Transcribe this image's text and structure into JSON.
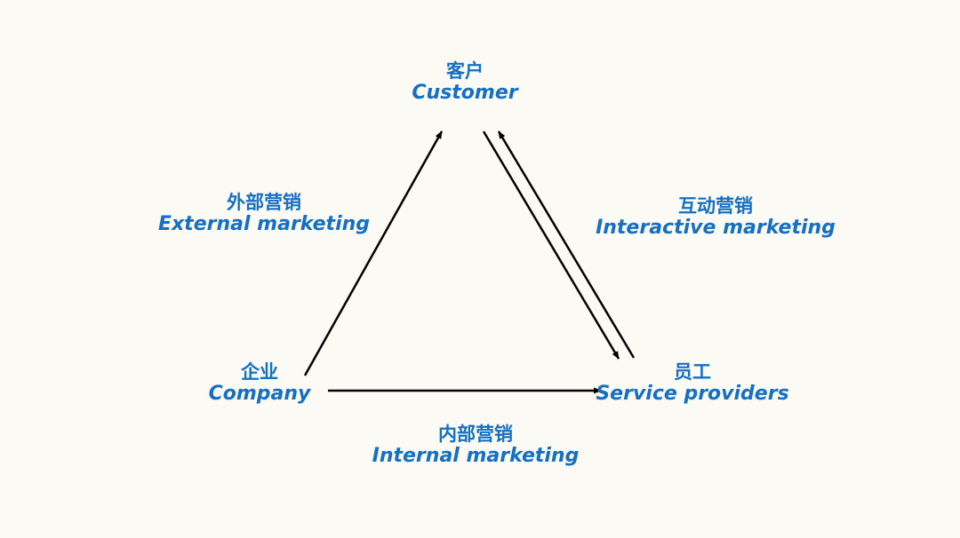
{
  "nodes": {
    "customer": {
      "zh": "客户",
      "en": "Customer"
    },
    "company": {
      "zh": "企业",
      "en": "Company"
    },
    "providers": {
      "zh": "员工",
      "en": "Service providers"
    }
  },
  "edges": {
    "external": {
      "zh": "外部营销",
      "en": "External marketing"
    },
    "interactive": {
      "zh": "互动营销",
      "en": "Interactive marketing"
    },
    "internal": {
      "zh": "内部营销",
      "en": "Internal marketing"
    }
  },
  "colors": {
    "background": "#fcfaf5",
    "label": "#1570c4",
    "arrow": "#000000"
  }
}
